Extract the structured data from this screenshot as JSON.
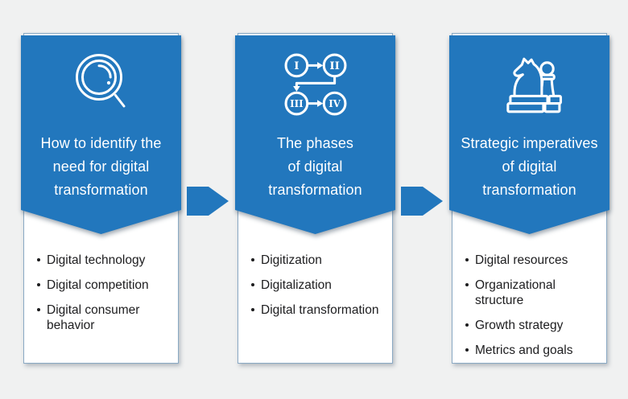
{
  "colors": {
    "accent": "#2277bd",
    "background": "#f0f1f1",
    "title_text": "#ffffff",
    "bullet_text": "#1d1d1f"
  },
  "columns": [
    {
      "icon": "magnifier-icon",
      "title_lines": [
        "How to identify the",
        "need for digital",
        "transformation"
      ],
      "bullets": [
        "Digital technology",
        "Digital competition",
        "Digital consumer behavior"
      ]
    },
    {
      "icon": "phases-sequence-icon",
      "phase_labels": [
        "I",
        "II",
        "III",
        "IV"
      ],
      "title_lines": [
        "The phases",
        "of digital",
        "transformation"
      ],
      "bullets": [
        "Digitization",
        "Digitalization",
        "Digital transformation"
      ]
    },
    {
      "icon": "chess-strategy-icon",
      "title_lines": [
        "Strategic imperatives",
        "of digital",
        "transformation"
      ],
      "bullets": [
        "Digital resources",
        "Organizational structure",
        "Growth strategy",
        "Metrics and goals"
      ]
    }
  ]
}
